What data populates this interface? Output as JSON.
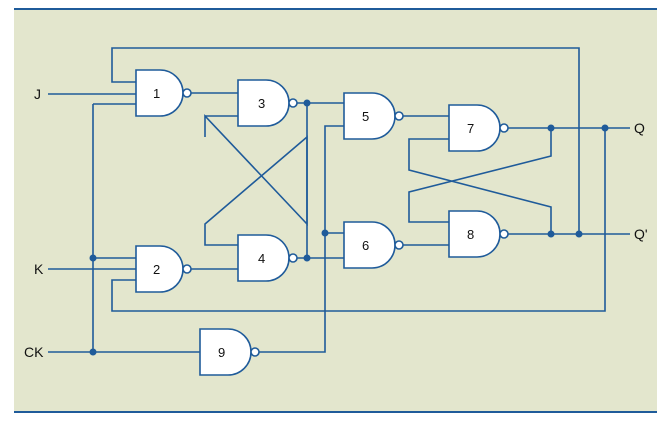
{
  "inputs": {
    "j": "J",
    "k": "K",
    "ck": "CK"
  },
  "outputs": {
    "q": "Q",
    "q_bar": "Q'"
  },
  "gates": [
    {
      "id": "1",
      "type": "nand"
    },
    {
      "id": "2",
      "type": "nand"
    },
    {
      "id": "3",
      "type": "nand"
    },
    {
      "id": "4",
      "type": "nand"
    },
    {
      "id": "5",
      "type": "nand"
    },
    {
      "id": "6",
      "type": "nand"
    },
    {
      "id": "7",
      "type": "nand"
    },
    {
      "id": "8",
      "type": "nand"
    },
    {
      "id": "9",
      "type": "nand"
    }
  ],
  "colors": {
    "wire": "#1f5b9a",
    "panel": "#e3e6cd"
  }
}
